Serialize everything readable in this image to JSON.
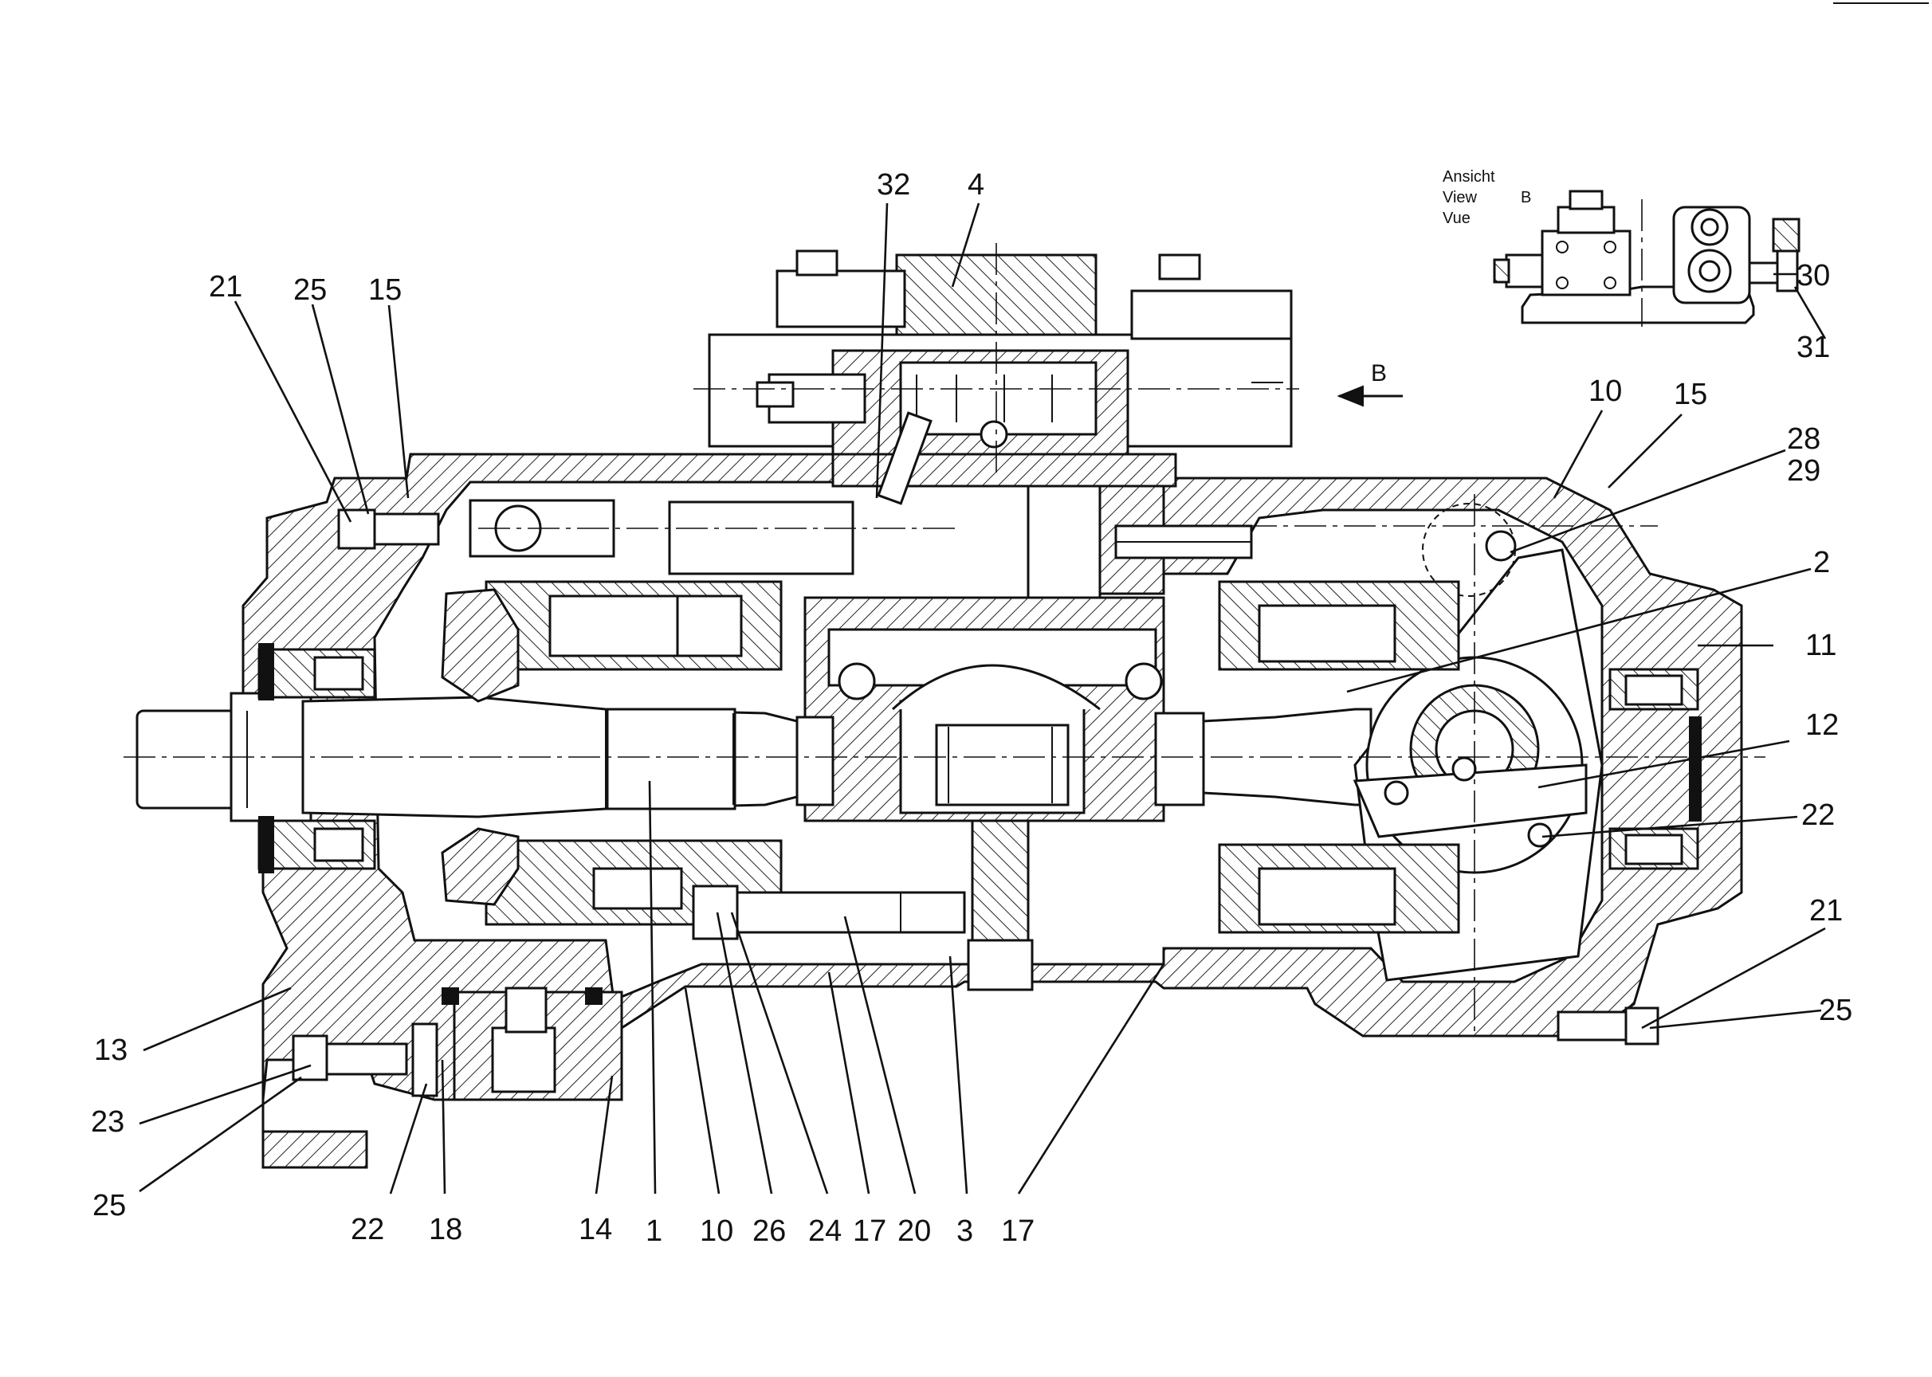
{
  "view_caption": {
    "line1": "Ansicht",
    "line2": "View",
    "line3": "Vue",
    "view_letter": "B"
  },
  "view_arrow_label": "B",
  "part_labels": {
    "p32": "32",
    "p4": "4",
    "p21_tl": "21",
    "p25_tl": "25",
    "p15_tl": "15",
    "p30": "30",
    "p31": "31",
    "p10_tr": "10",
    "p15_tr": "15",
    "p28": "28",
    "p29": "29",
    "p2": "2",
    "p11": "11",
    "p12": "12",
    "p22_r": "22",
    "p21_r": "21",
    "p25_r": "25",
    "p13": "13",
    "p23": "23",
    "p25_l": "25",
    "p22_b": "22",
    "p18": "18",
    "p14": "14",
    "p1": "1",
    "p10_b": "10",
    "p26": "26",
    "p24": "24",
    "p17_b1": "17",
    "p20": "20",
    "p3": "3",
    "p17_b2": "17"
  }
}
